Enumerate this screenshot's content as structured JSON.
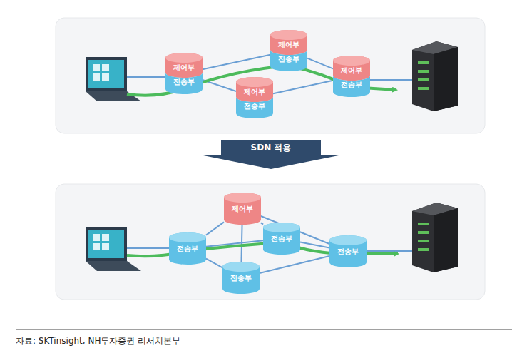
{
  "diagram": {
    "caption": "자료: SKTinsight, NH투자증권 리서치본부",
    "nodes": [
      {
        "text": [
          "제어부",
          "전송부"
        ]
      },
      {
        "text": [
          "제어부",
          "전송부"
        ]
      },
      {
        "text": [
          "제어부",
          "전송부"
        ]
      },
      {
        "text": [
          "제어부",
          "전송부"
        ]
      },
      {
        "text": [
          "SDN 적용"
        ]
      },
      {
        "text": [
          "제어부"
        ]
      },
      {
        "text": [
          "전송부"
        ]
      },
      {
        "text": [
          "전송부"
        ]
      },
      {
        "text": [
          "전송부"
        ]
      },
      {
        "text": [
          "전송부"
        ]
      }
    ],
    "edges": [
      {
        "from": 0,
        "to": 1,
        "arrow": "none"
      },
      {
        "from": 0,
        "to": 2,
        "arrow": "none"
      },
      {
        "from": 2,
        "to": 3,
        "arrow": "none"
      },
      {
        "from": 1,
        "to": 3,
        "arrow": "none"
      },
      {
        "from": 5,
        "to": 6,
        "arrow": "none"
      },
      {
        "from": 5,
        "to": 7,
        "arrow": "none"
      },
      {
        "from": 5,
        "to": 8,
        "arrow": "none"
      },
      {
        "from": 5,
        "to": 9,
        "arrow": "none"
      },
      {
        "from": 6,
        "to": 7,
        "arrow": "none"
      },
      {
        "from": 6,
        "to": 8,
        "arrow": "none"
      },
      {
        "from": 7,
        "to": 9,
        "arrow": "none"
      },
      {
        "from": 8,
        "to": 9,
        "arrow": "none"
      }
    ]
  }
}
